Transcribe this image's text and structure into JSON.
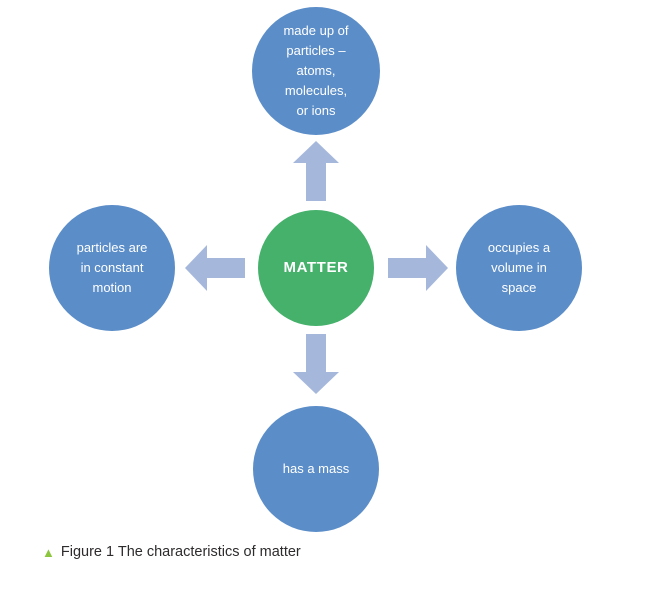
{
  "colors": {
    "center_circle": "#45b16b",
    "outer_circle": "#5b8dc8",
    "arrow": "#a5b8dc",
    "caption_marker": "#8cc63f"
  },
  "diagram": {
    "center_label": "MATTER",
    "top_label": "made up of\nparticles –\natoms,\nmolecules,\nor ions",
    "left_label": "particles are\nin constant\nmotion",
    "right_label": "occupies a\nvolume in\nspace",
    "bottom_label": "has a mass"
  },
  "caption": {
    "marker": "▲",
    "text": "Figure 1 The characteristics of matter"
  }
}
